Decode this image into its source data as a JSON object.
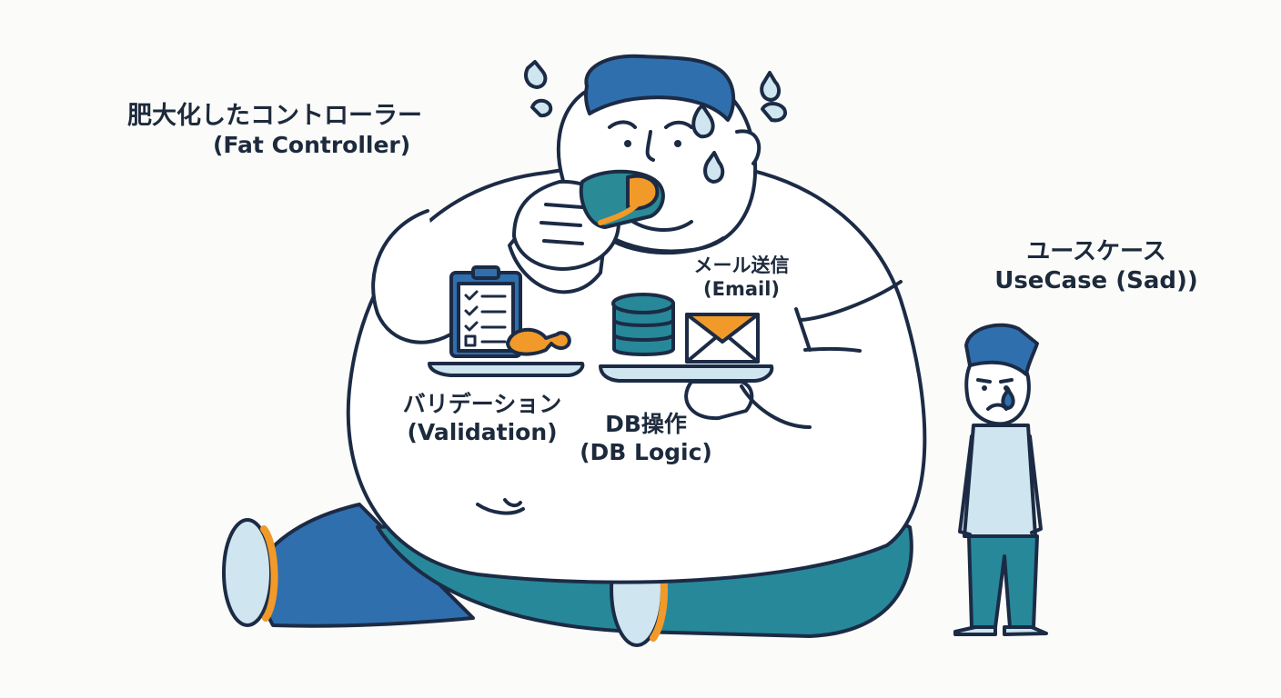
{
  "labels": {
    "fat_controller": {
      "jp": "肥大化したコントローラー",
      "en": "(Fat Controller)"
    },
    "email": {
      "jp": "メール送信",
      "en": "(Email)"
    },
    "validation": {
      "jp": "バリデーション",
      "en": "(Validation)"
    },
    "db_logic": {
      "jp": "DB操作",
      "en": "(DB Logic)"
    },
    "usecase": {
      "jp": "ユースケース",
      "en": "UseCase (Sad))"
    }
  },
  "colors": {
    "outline": "#1c2b45",
    "blue": "#2f6fae",
    "teal": "#27889a",
    "light_blue": "#cfe5ef",
    "orange": "#f19a2a",
    "background": "#fbfbf9"
  },
  "icons": [
    "sweat-drop-icon",
    "chicken-leg-icon",
    "clipboard-checklist-icon",
    "database-icon",
    "envelope-icon",
    "tear-icon"
  ]
}
